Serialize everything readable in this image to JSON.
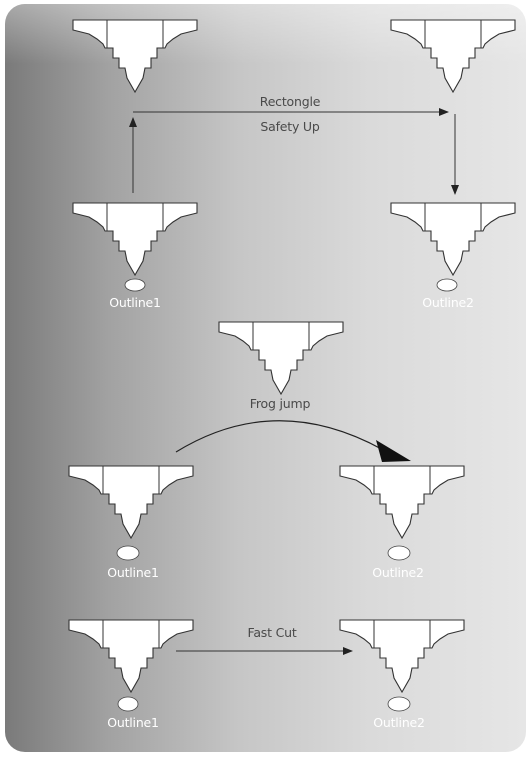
{
  "sections": {
    "rectangle": {
      "label_top": "Rectongle",
      "label_bottom": "Safety Up",
      "start_outline": "Outline1",
      "end_outline": "Outline2"
    },
    "frog_jump": {
      "label": "Frog jump",
      "start_outline": "Outline1",
      "end_outline": "Outline2"
    },
    "fast_cut": {
      "label": "Fast Cut",
      "start_outline": "Outline1",
      "end_outline": "Outline2"
    }
  },
  "colors": {
    "shape_fill": "#ffffff",
    "stroke": "#333333",
    "label_text": "#4a4a4a",
    "outline_text": "#ffffff"
  }
}
